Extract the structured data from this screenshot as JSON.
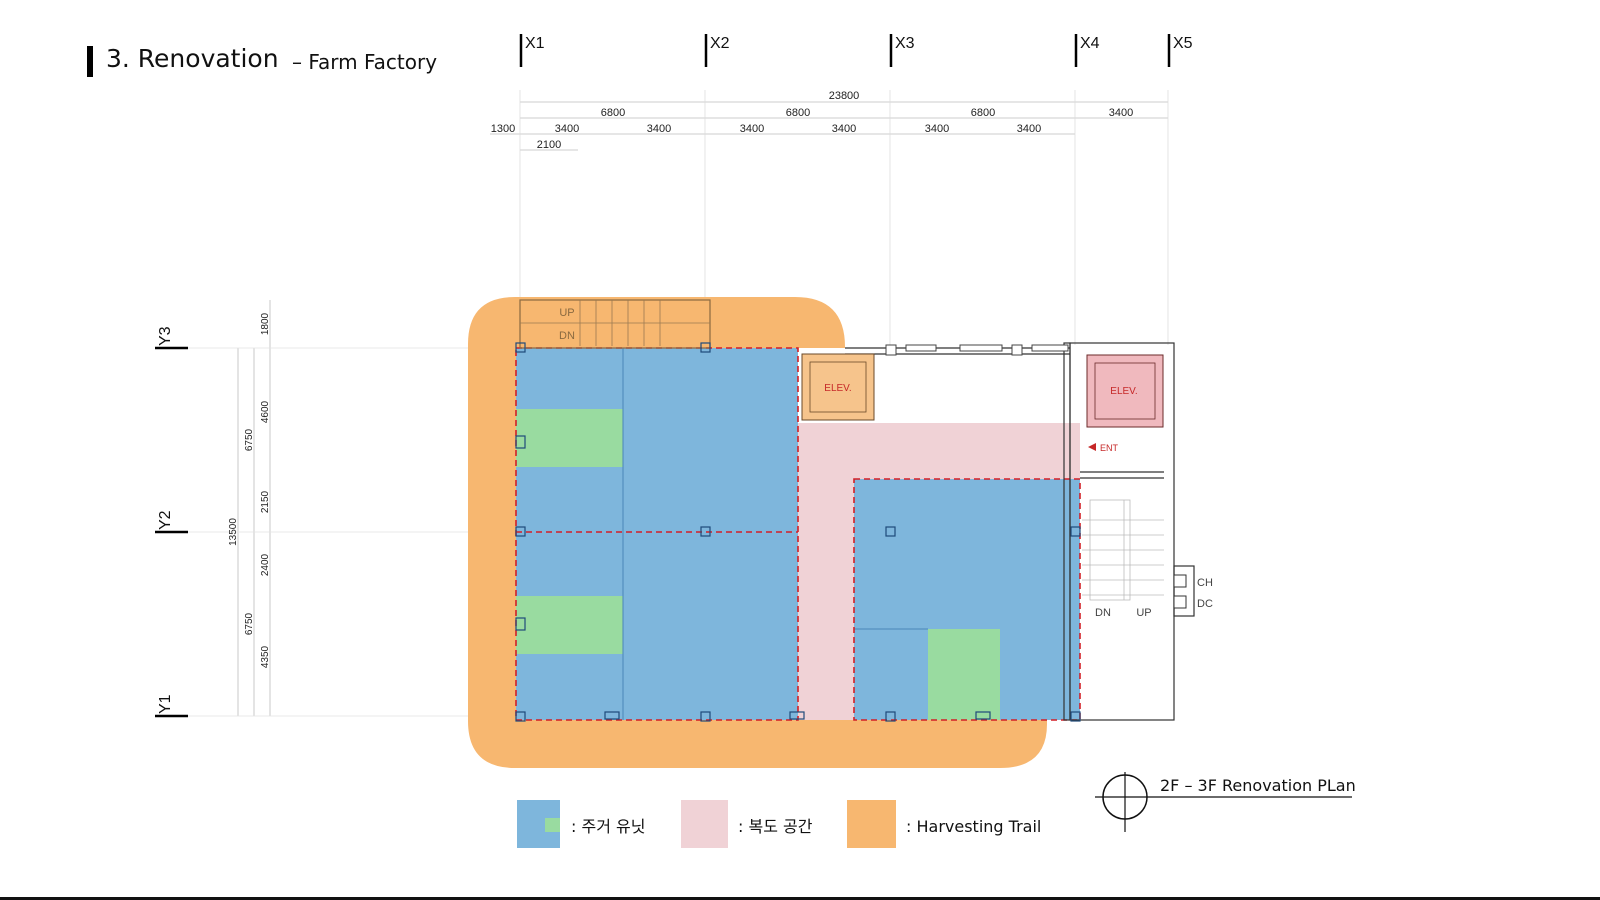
{
  "header": {
    "title": "3. Renovation",
    "subtitle": "– Farm Factory"
  },
  "grid": {
    "x_axes": [
      "X1",
      "X2",
      "X3",
      "X4",
      "X5"
    ],
    "y_axes": [
      "Y1",
      "Y2",
      "Y3"
    ]
  },
  "dimensions": {
    "top": {
      "overall": "23800",
      "bays": [
        "6800",
        "6800",
        "6800",
        "3400"
      ],
      "sub": [
        "1300",
        "3400",
        "3400",
        "3400",
        "3400",
        "3400",
        "3400"
      ],
      "offset": "2100"
    },
    "left": {
      "overall": "13500",
      "bays": [
        "6750",
        "6750"
      ],
      "sub": [
        "1800",
        "4600",
        "2150",
        "2400",
        "4350"
      ]
    }
  },
  "plan_labels": {
    "stair_up": "UP",
    "stair_dn": "DN",
    "elevator_1": "ELEV.",
    "elevator_2": "ELEV.",
    "entrance": "ENT",
    "stair2_dn": "DN",
    "stair2_up": "UP",
    "ch": "CH",
    "dc": "DC"
  },
  "legend": [
    {
      "label": ": 주거 유닛",
      "color": "#7eb6dc",
      "accent": "#99dba0"
    },
    {
      "label": ": 복도 공간",
      "color": "#f0d2d6"
    },
    {
      "label": ": Harvesting Trail",
      "color": "#f7b770"
    }
  ],
  "plan_title": "2F – 3F Renovation PLan",
  "colors": {
    "unit_blue": "#7eb6dc",
    "unit_green": "#99dba0",
    "corridor_pink": "#f0d2d6",
    "trail_orange": "#f7b770",
    "dashed_red": "#d21f26",
    "elev_red": "#c62828"
  }
}
